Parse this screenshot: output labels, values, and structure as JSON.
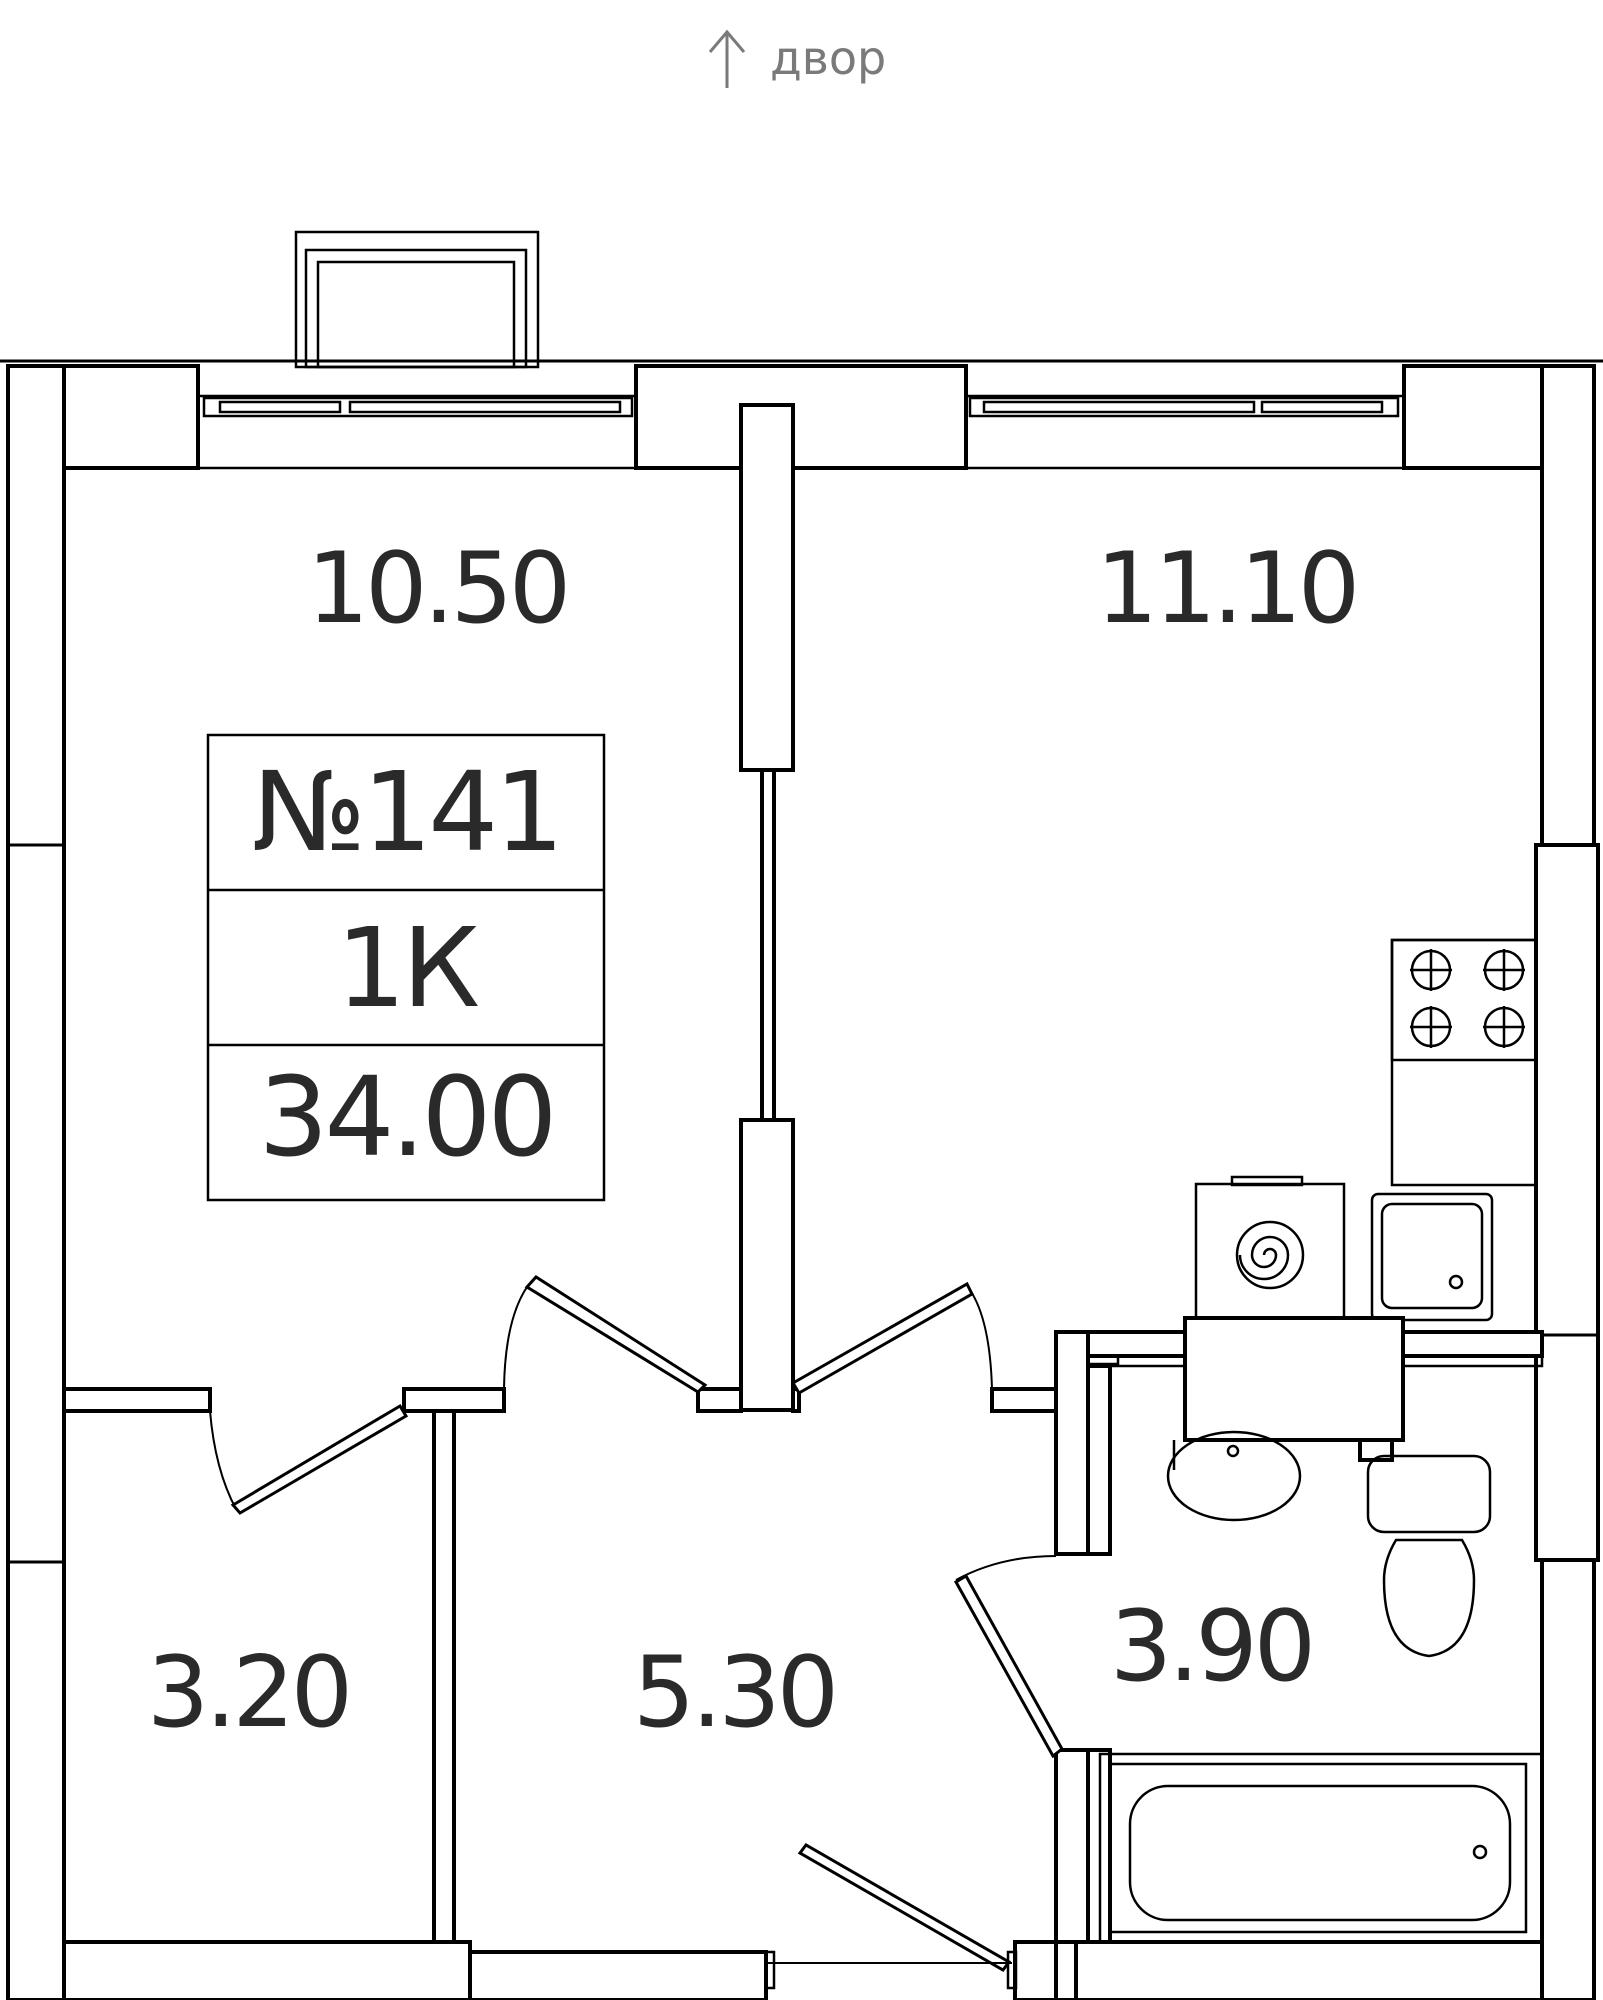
{
  "orientation": {
    "arrow": "arrow-up-icon",
    "label": "двор"
  },
  "apartment": {
    "number": "№141",
    "type": "1К",
    "total_area": "34.00"
  },
  "rooms": [
    {
      "key": "room",
      "area": "10.50"
    },
    {
      "key": "kitchen",
      "area": "11.10"
    },
    {
      "key": "wardrobe",
      "area": "3.20"
    },
    {
      "key": "hall",
      "area": "5.30"
    },
    {
      "key": "bathroom",
      "area": "3.90"
    }
  ],
  "colors": {
    "walls": "#000000",
    "text": "#2a2a2a",
    "compass": "#7a7a7a",
    "background": "#ffffff"
  }
}
